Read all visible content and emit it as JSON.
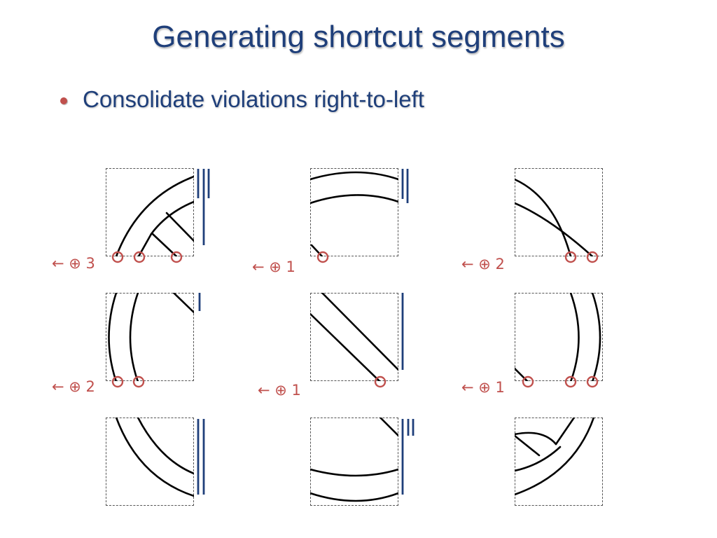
{
  "slide": {
    "title": "Generating shortcut segments",
    "bullets": [
      {
        "text": "Consolidate violations right-to-left"
      }
    ]
  },
  "colors": {
    "title": "#1f3f7a",
    "bullet_dot": "#c0504d",
    "violation_marker": "#c0504d",
    "shortcut_bar": "#1f3f7a",
    "curve": "#000000",
    "panel_border": "#555555"
  },
  "panels": [
    {
      "id": "top-left",
      "label": "← ⊕ 3"
    },
    {
      "id": "top-middle",
      "label": "← ⊕ 1"
    },
    {
      "id": "top-right",
      "label": "← ⊕ 2"
    },
    {
      "id": "middle-left",
      "label": "← ⊕ 2"
    },
    {
      "id": "middle-center",
      "label": "← ⊕ 1"
    },
    {
      "id": "middle-right",
      "label": "← ⊕ 1"
    },
    {
      "id": "bottom-left",
      "label": ""
    },
    {
      "id": "bottom-middle",
      "label": ""
    },
    {
      "id": "bottom-right",
      "label": ""
    }
  ]
}
